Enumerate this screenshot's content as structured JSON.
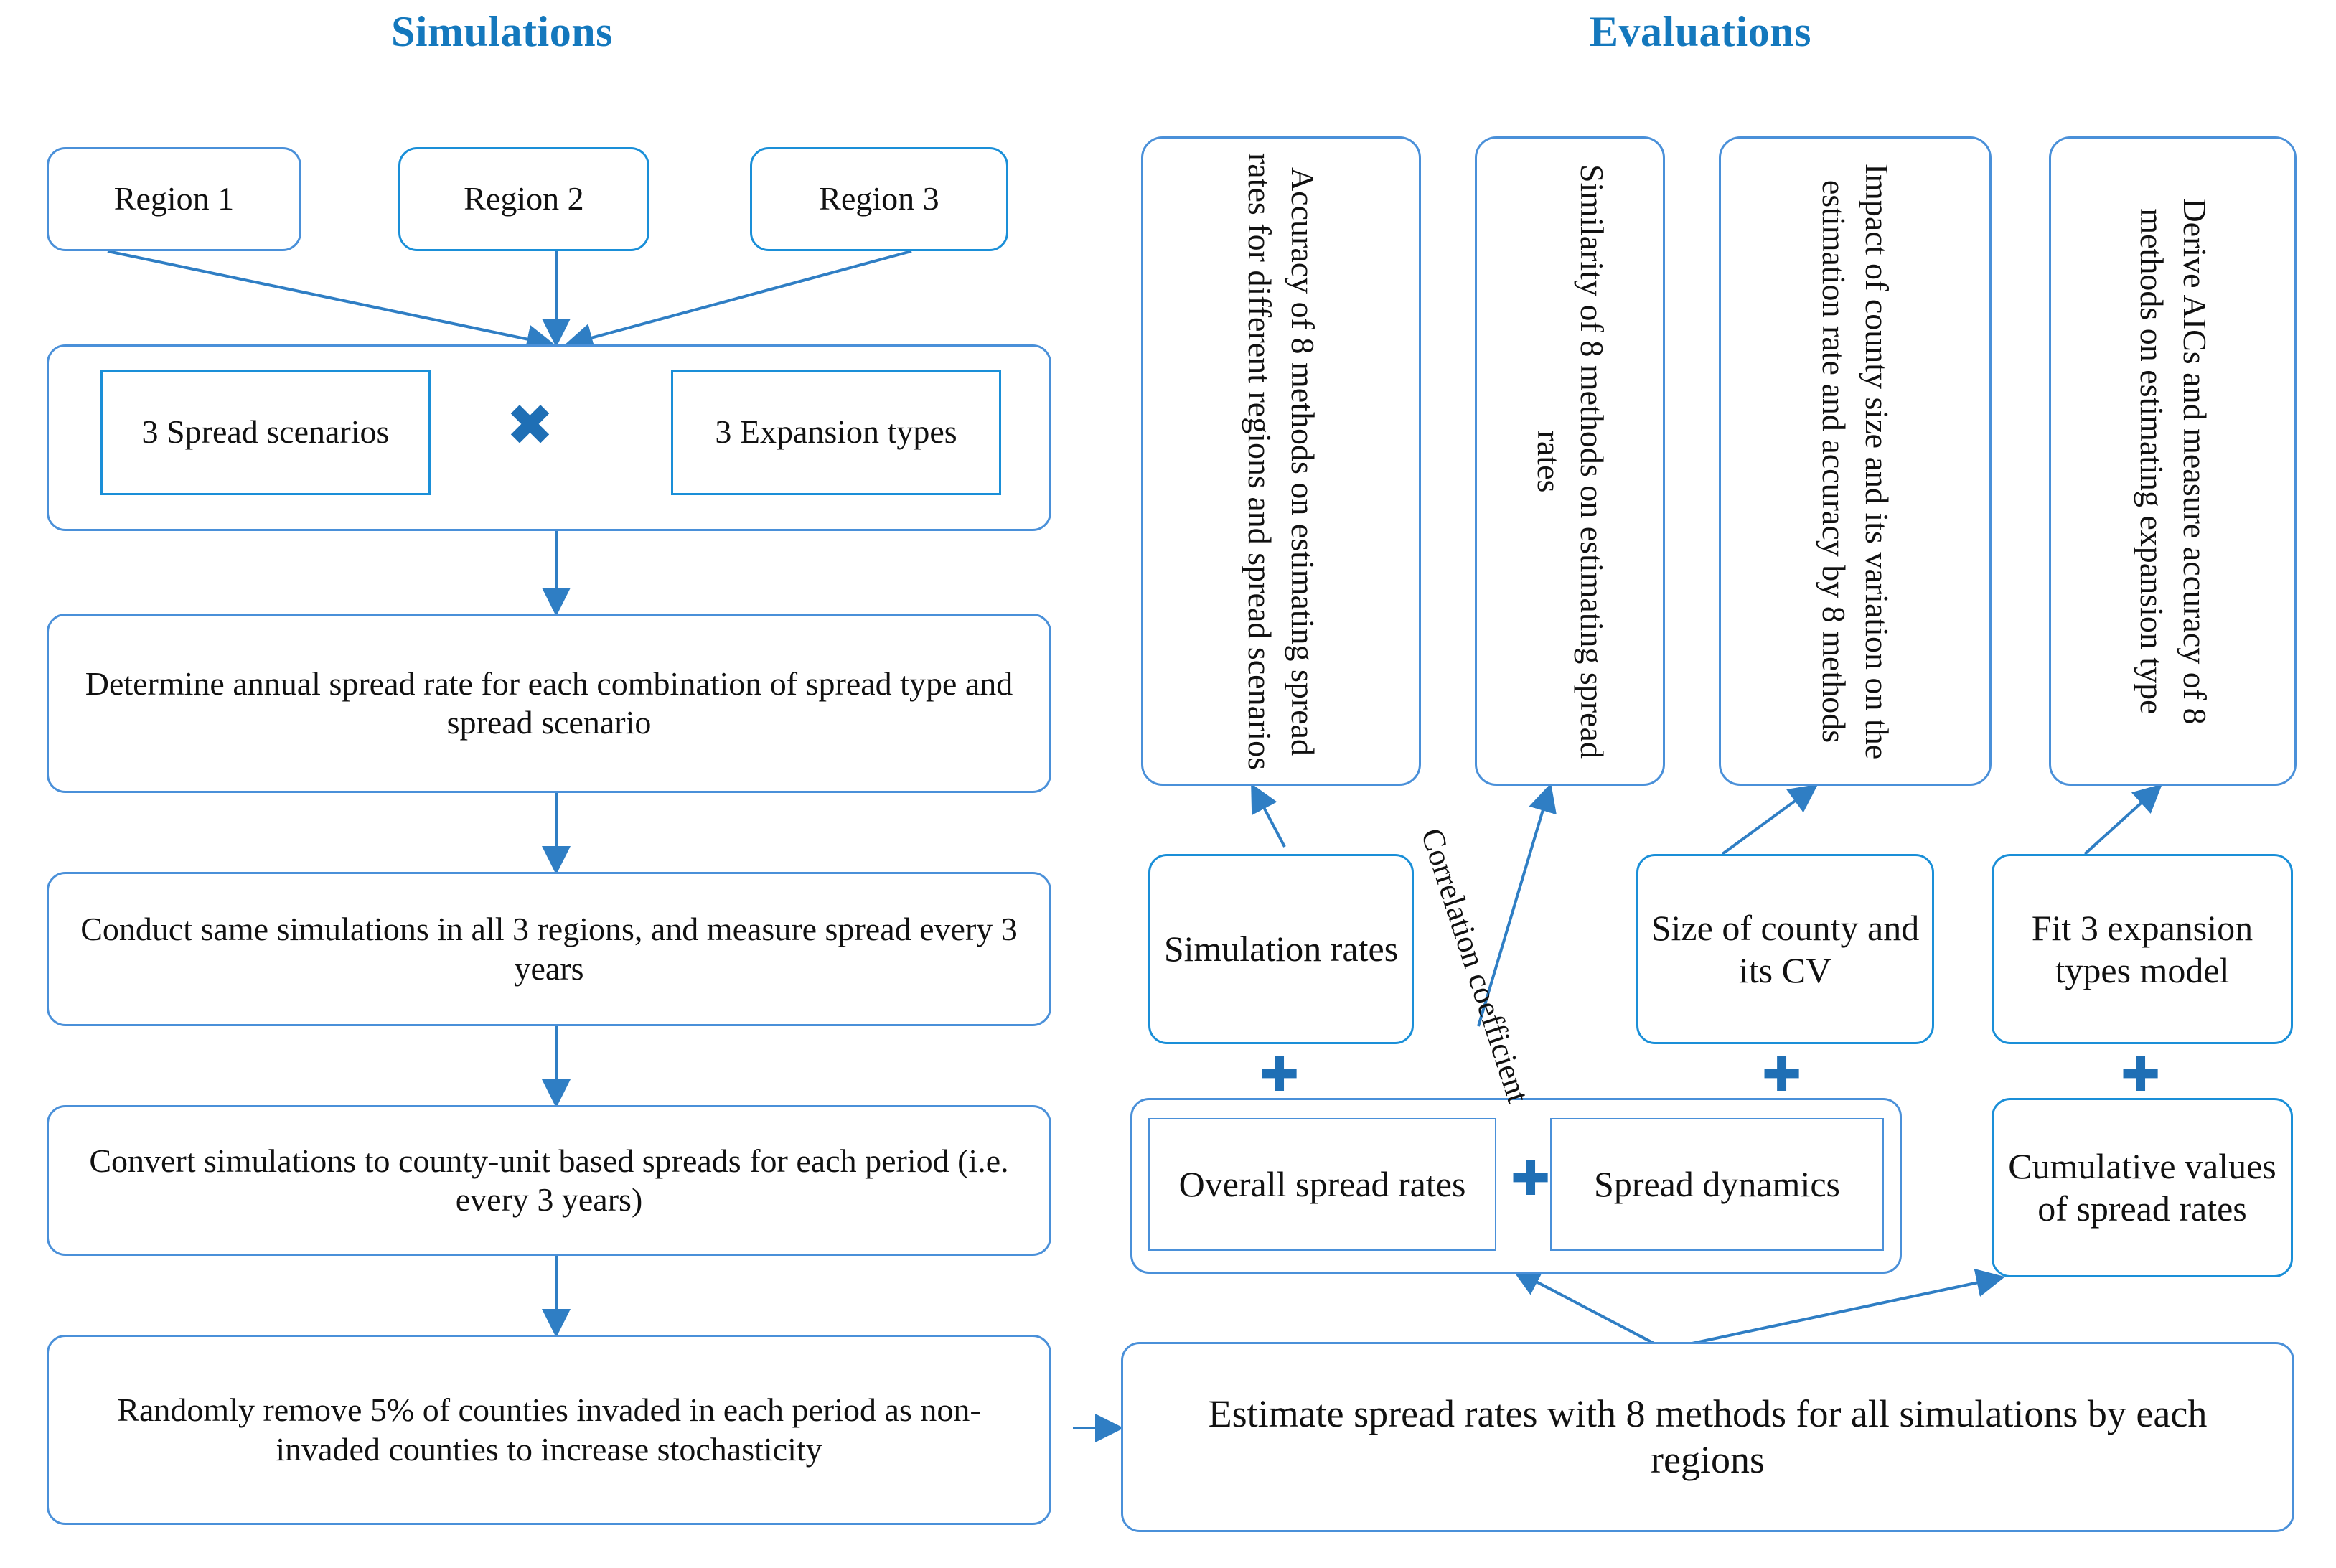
{
  "headers": {
    "simulations": "Simulations",
    "evaluations": "Evaluations",
    "accent_color": "#1478bd",
    "box_border_color": "#4a90d9",
    "box_border_color_strong": "#1a8fd8"
  },
  "simulations": {
    "regions": [
      {
        "label": "Region 1"
      },
      {
        "label": "Region 2"
      },
      {
        "label": "Region 3"
      }
    ],
    "combo": {
      "left": "3 Spread scenarios",
      "operator": "✖",
      "operator_name": "multiplication-symbol",
      "right": "3 Expansion types"
    },
    "steps": [
      {
        "label": "Determine annual spread rate for each combination of spread type and spread scenario"
      },
      {
        "label": "Conduct same simulations in all 3 regions, and measure spread every 3 years"
      },
      {
        "label": "Convert simulations to county-unit based spreads for each period (i.e. every 3 years)"
      },
      {
        "label": "Randomly remove 5% of counties invaded in each period as non-invaded counties to increase stochasticity"
      }
    ]
  },
  "evaluations": {
    "outcomes": [
      {
        "label": "Accuracy of 8 methods on estimating spread rates for different regions and spread scenarios"
      },
      {
        "label": "Similarity of 8 methods on estimating spread rates"
      },
      {
        "label": "Impact of county size and its variation on the estimation rate and accuracy by 8 methods"
      },
      {
        "label": "Derive AICs and measure accuracy of 8 methods on estimating expansion type"
      }
    ],
    "inputs": [
      {
        "label": "Simulation rates"
      },
      {
        "label": "Size of county and its CV"
      },
      {
        "label": "Fit  3 expansion types model"
      }
    ],
    "edge_label": "Correlation coefficient",
    "combined": {
      "left": "Overall spread rates",
      "operator": "✚",
      "right": "Spread dynamics"
    },
    "cumulative": {
      "label": "Cumulative values of spread rates"
    },
    "estimate": {
      "label": "Estimate spread rates with 8 methods for all simulations by each regions"
    },
    "plus_symbol": "✚"
  }
}
